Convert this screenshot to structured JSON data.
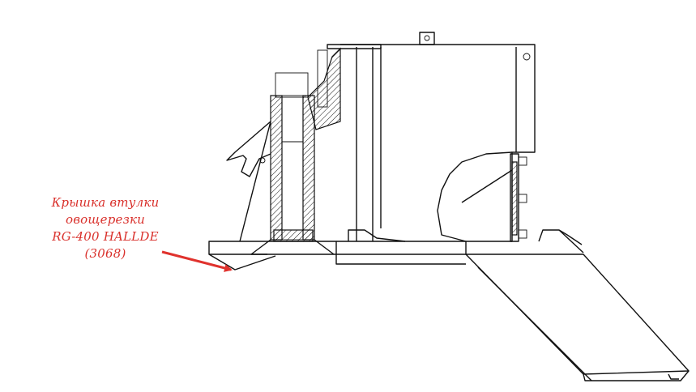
{
  "callout": {
    "lines": [
      "Крышка втулки",
      "овощерезки",
      "RG-400 HALLDE",
      "(3068)"
    ]
  },
  "colors": {
    "callout_text": "#d9302b",
    "arrow": "#e0322d",
    "line_art": "#111111"
  }
}
